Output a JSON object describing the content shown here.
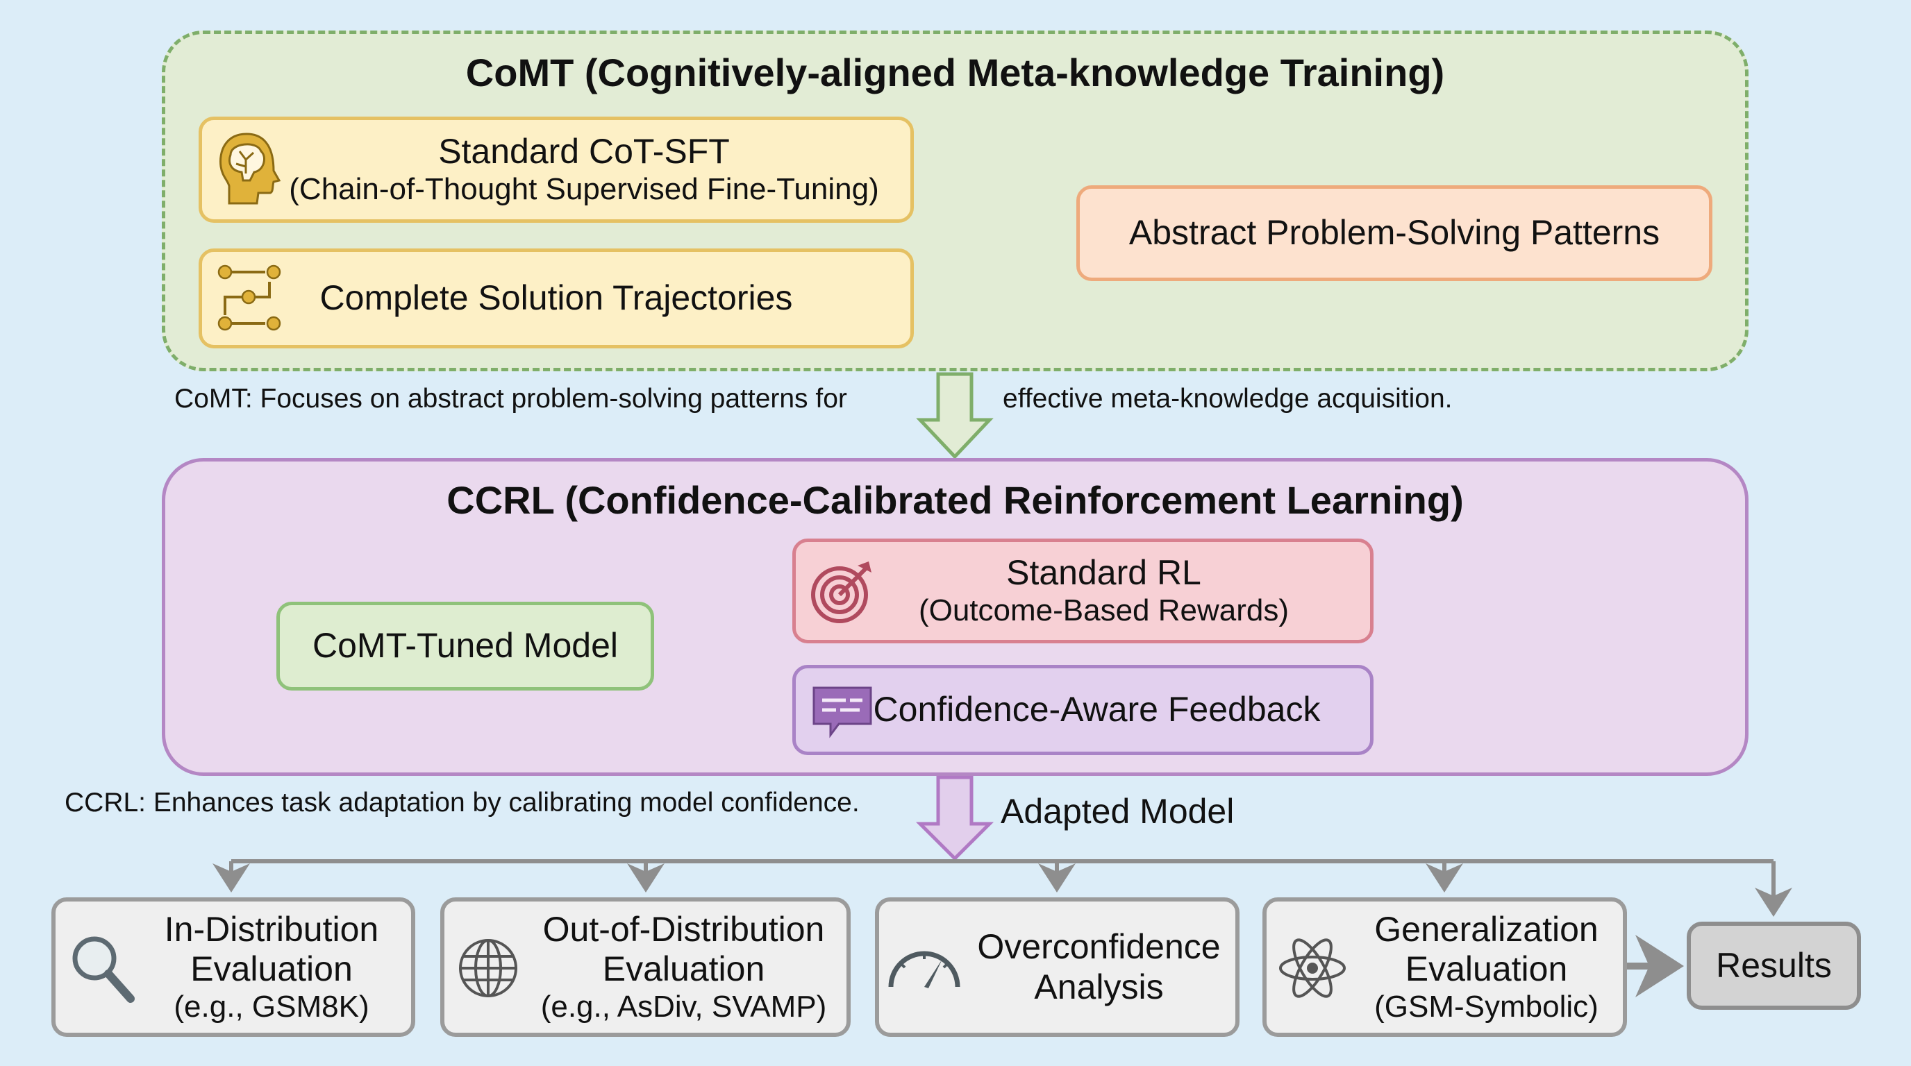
{
  "comt": {
    "title": "CoMT (Cognitively-aligned Meta-knowledge Training)",
    "cot_sft": {
      "title": "Standard CoT-SFT",
      "subtitle": "(Chain-of-Thought Supervised Fine-Tuning)",
      "icon": "brain-head-icon"
    },
    "trajectories": {
      "label": "Complete Solution Trajectories",
      "icon": "path-flow-icon"
    },
    "abstract": {
      "label": "Abstract Problem-Solving Patterns"
    },
    "caption_left": "CoMT: Focuses on abstract problem-solving patterns for",
    "caption_right": "effective meta-knowledge acquisition."
  },
  "ccrl": {
    "title": "CCRL (Confidence-Calibrated Reinforcement Learning)",
    "tuned_model": "CoMT-Tuned Model",
    "standard_rl": {
      "title": "Standard RL",
      "subtitle": "(Outcome-Based Rewards)",
      "icon": "target-icon"
    },
    "confidence": {
      "label": "Confidence-Aware Feedback",
      "icon": "chat-bubble-icon"
    },
    "caption": "CCRL: Enhances task adaptation by calibrating model confidence.",
    "adapted_model": "Adapted Model"
  },
  "evaluation": [
    {
      "lines": [
        "In-Distribution",
        "Evaluation",
        "(e.g., GSM8K)"
      ],
      "icon": "magnifier-icon"
    },
    {
      "lines": [
        "Out-of-Distribution",
        "Evaluation",
        "(e.g., AsDiv, SVAMP)"
      ],
      "icon": "globe-icon"
    },
    {
      "lines": [
        "Overconfidence",
        "Analysis"
      ],
      "icon": "gauge-icon"
    },
    {
      "lines": [
        "Generalization",
        "Evaluation",
        "(GSM-Symbolic)"
      ],
      "icon": "atom-icon"
    }
  ],
  "results": "Results",
  "colors": {
    "background": "#dcedf8",
    "green": "#7fae6a",
    "purple": "#b487c4",
    "gray": "#8e8e8e"
  }
}
